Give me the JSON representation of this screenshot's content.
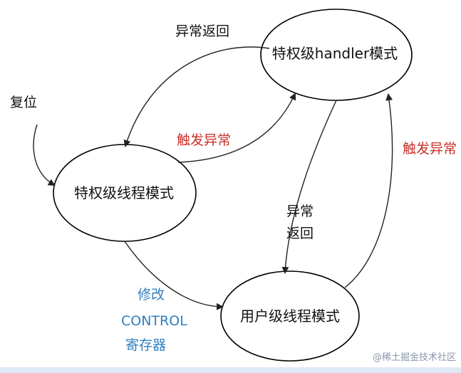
{
  "diagram": {
    "nodes": {
      "handler": {
        "label": "特权级handler模式"
      },
      "privileged_thread": {
        "label": "特权级线程模式"
      },
      "user_thread": {
        "label": "用户级线程模式"
      }
    },
    "edges": {
      "reset": {
        "label": "复位"
      },
      "handler_to_privileged": {
        "label": "异常返回"
      },
      "privileged_to_handler": {
        "label": "触发异常"
      },
      "handler_to_user": {
        "line1": "异常",
        "line2": "返回"
      },
      "user_to_handler": {
        "label": "触发异常"
      },
      "privileged_to_user": {
        "line1": "修改",
        "line2": "CONTROL",
        "line3": "寄存器"
      }
    }
  },
  "watermark": {
    "text": "@稀土掘金技术社区"
  },
  "colors": {
    "node_stroke": "#000000",
    "arrow": "#222222",
    "label_dark": "#111111",
    "label_red": "#c8302b",
    "label_blue": "#2f7fc1",
    "watermark": "#8b97a8"
  }
}
